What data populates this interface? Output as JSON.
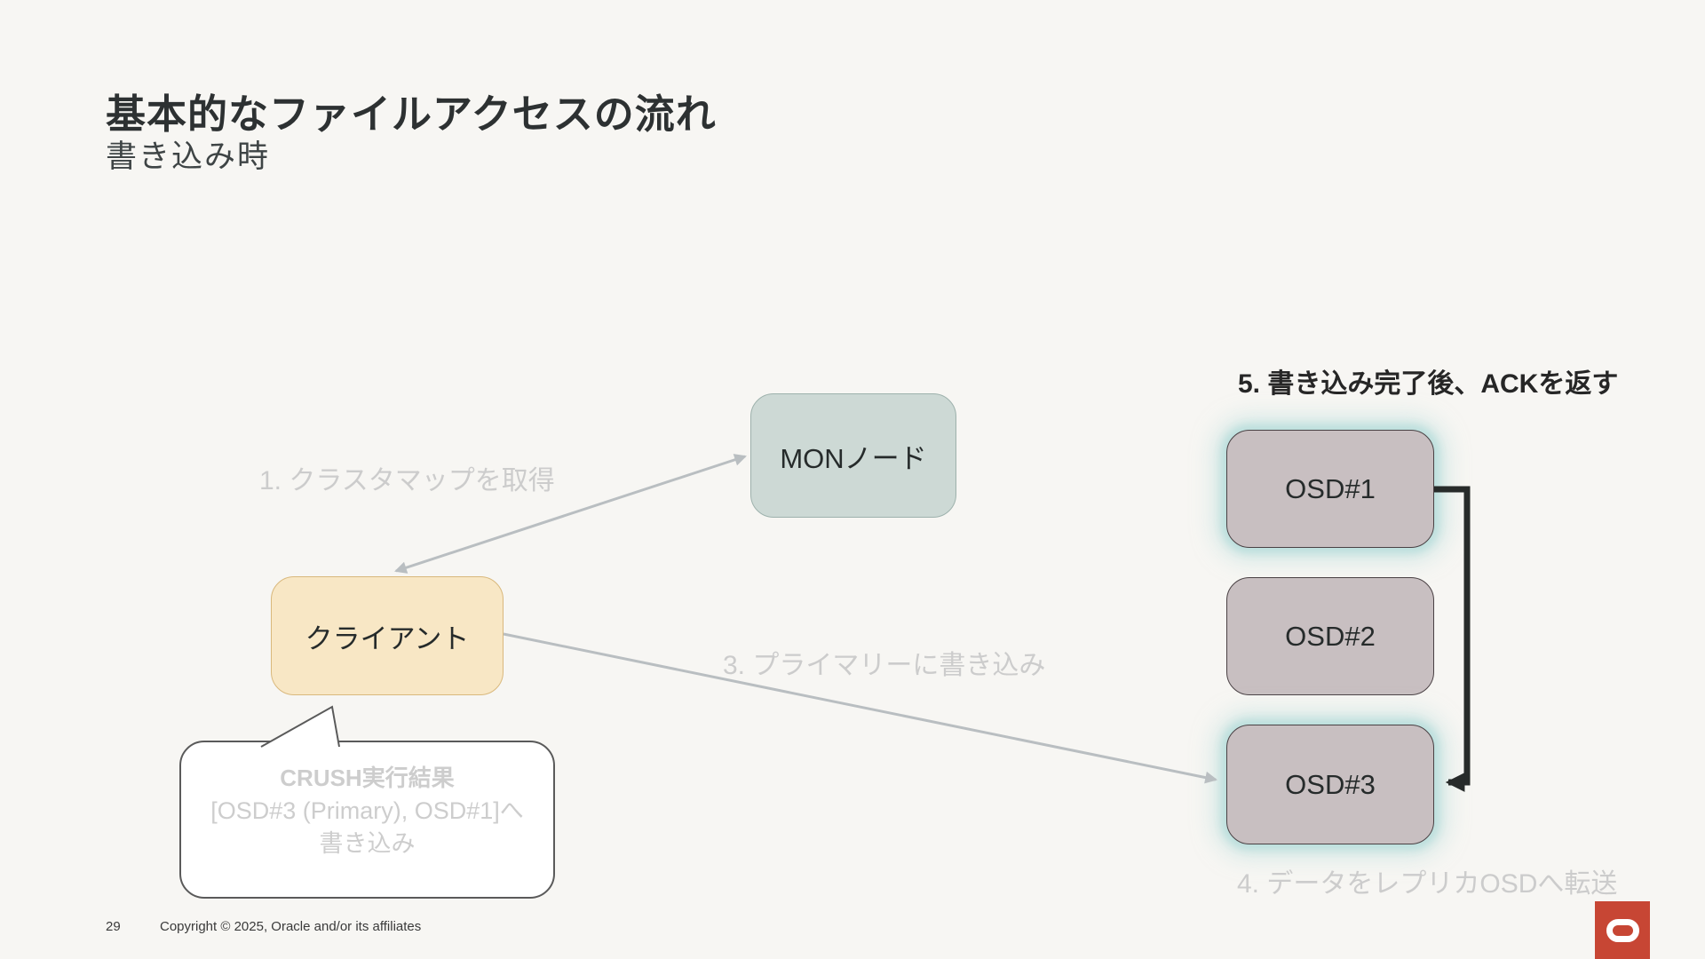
{
  "slide": {
    "title": "基本的なファイルアクセスの流れ",
    "subtitle": "書き込み時",
    "footer": {
      "page_number": "29",
      "copyright": "Copyright © 2025, Oracle and/or its affiliates"
    }
  },
  "diagram": {
    "nodes": {
      "mon": {
        "label": "MONノード"
      },
      "client": {
        "label": "クライアント"
      },
      "osd1": {
        "label": "OSD#1",
        "highlighted": true
      },
      "osd2": {
        "label": "OSD#2",
        "highlighted": false
      },
      "osd3": {
        "label": "OSD#3",
        "highlighted": true
      }
    },
    "steps": {
      "step1": {
        "label": "1. クラスタマップを取得",
        "state": "dimmed"
      },
      "step3": {
        "label": "3. プライマリーに書き込み",
        "state": "dimmed"
      },
      "step4": {
        "label": "4. データをレプリカOSDへ転送",
        "state": "dimmed"
      },
      "step5": {
        "label": "5. 書き込み完了後、ACKを返す",
        "state": "active"
      }
    },
    "arrows": [
      {
        "name": "client-mon-bidirectional",
        "from": "client",
        "to": "mon",
        "style": "gray-double-headed"
      },
      {
        "name": "client-to-osd3",
        "from": "client",
        "to": "osd3",
        "style": "gray-single-headed"
      },
      {
        "name": "osd1-to-osd3-elbow",
        "from": "osd1",
        "to": "osd3",
        "style": "black-elbow-arrow"
      }
    ],
    "callout": {
      "title": "CRUSH実行結果",
      "line2": "[OSD#3 (Primary), OSD#1]へ",
      "line3": "書き込み"
    }
  },
  "colors": {
    "bg": "#f7f6f3",
    "title_color": "#2d3132",
    "subtitle_color": "#3e4445",
    "mon_fill": "#cdd9d5",
    "mon_border": "#9db1ac",
    "client_fill": "#f8e7c5",
    "client_border": "#d9b87c",
    "osd_fill": "#c8bfc1",
    "osd_border": "#4a4144",
    "gray_arrow": "#b9bec1",
    "black_arrow": "#272b2a",
    "dim_text": "#cccccc",
    "active_text": "#262626",
    "callout_border": "#5a5a5a",
    "callout_text": "#cdcdcd",
    "footer_color": "#3a3a3a",
    "logo_red": "#c74634"
  }
}
